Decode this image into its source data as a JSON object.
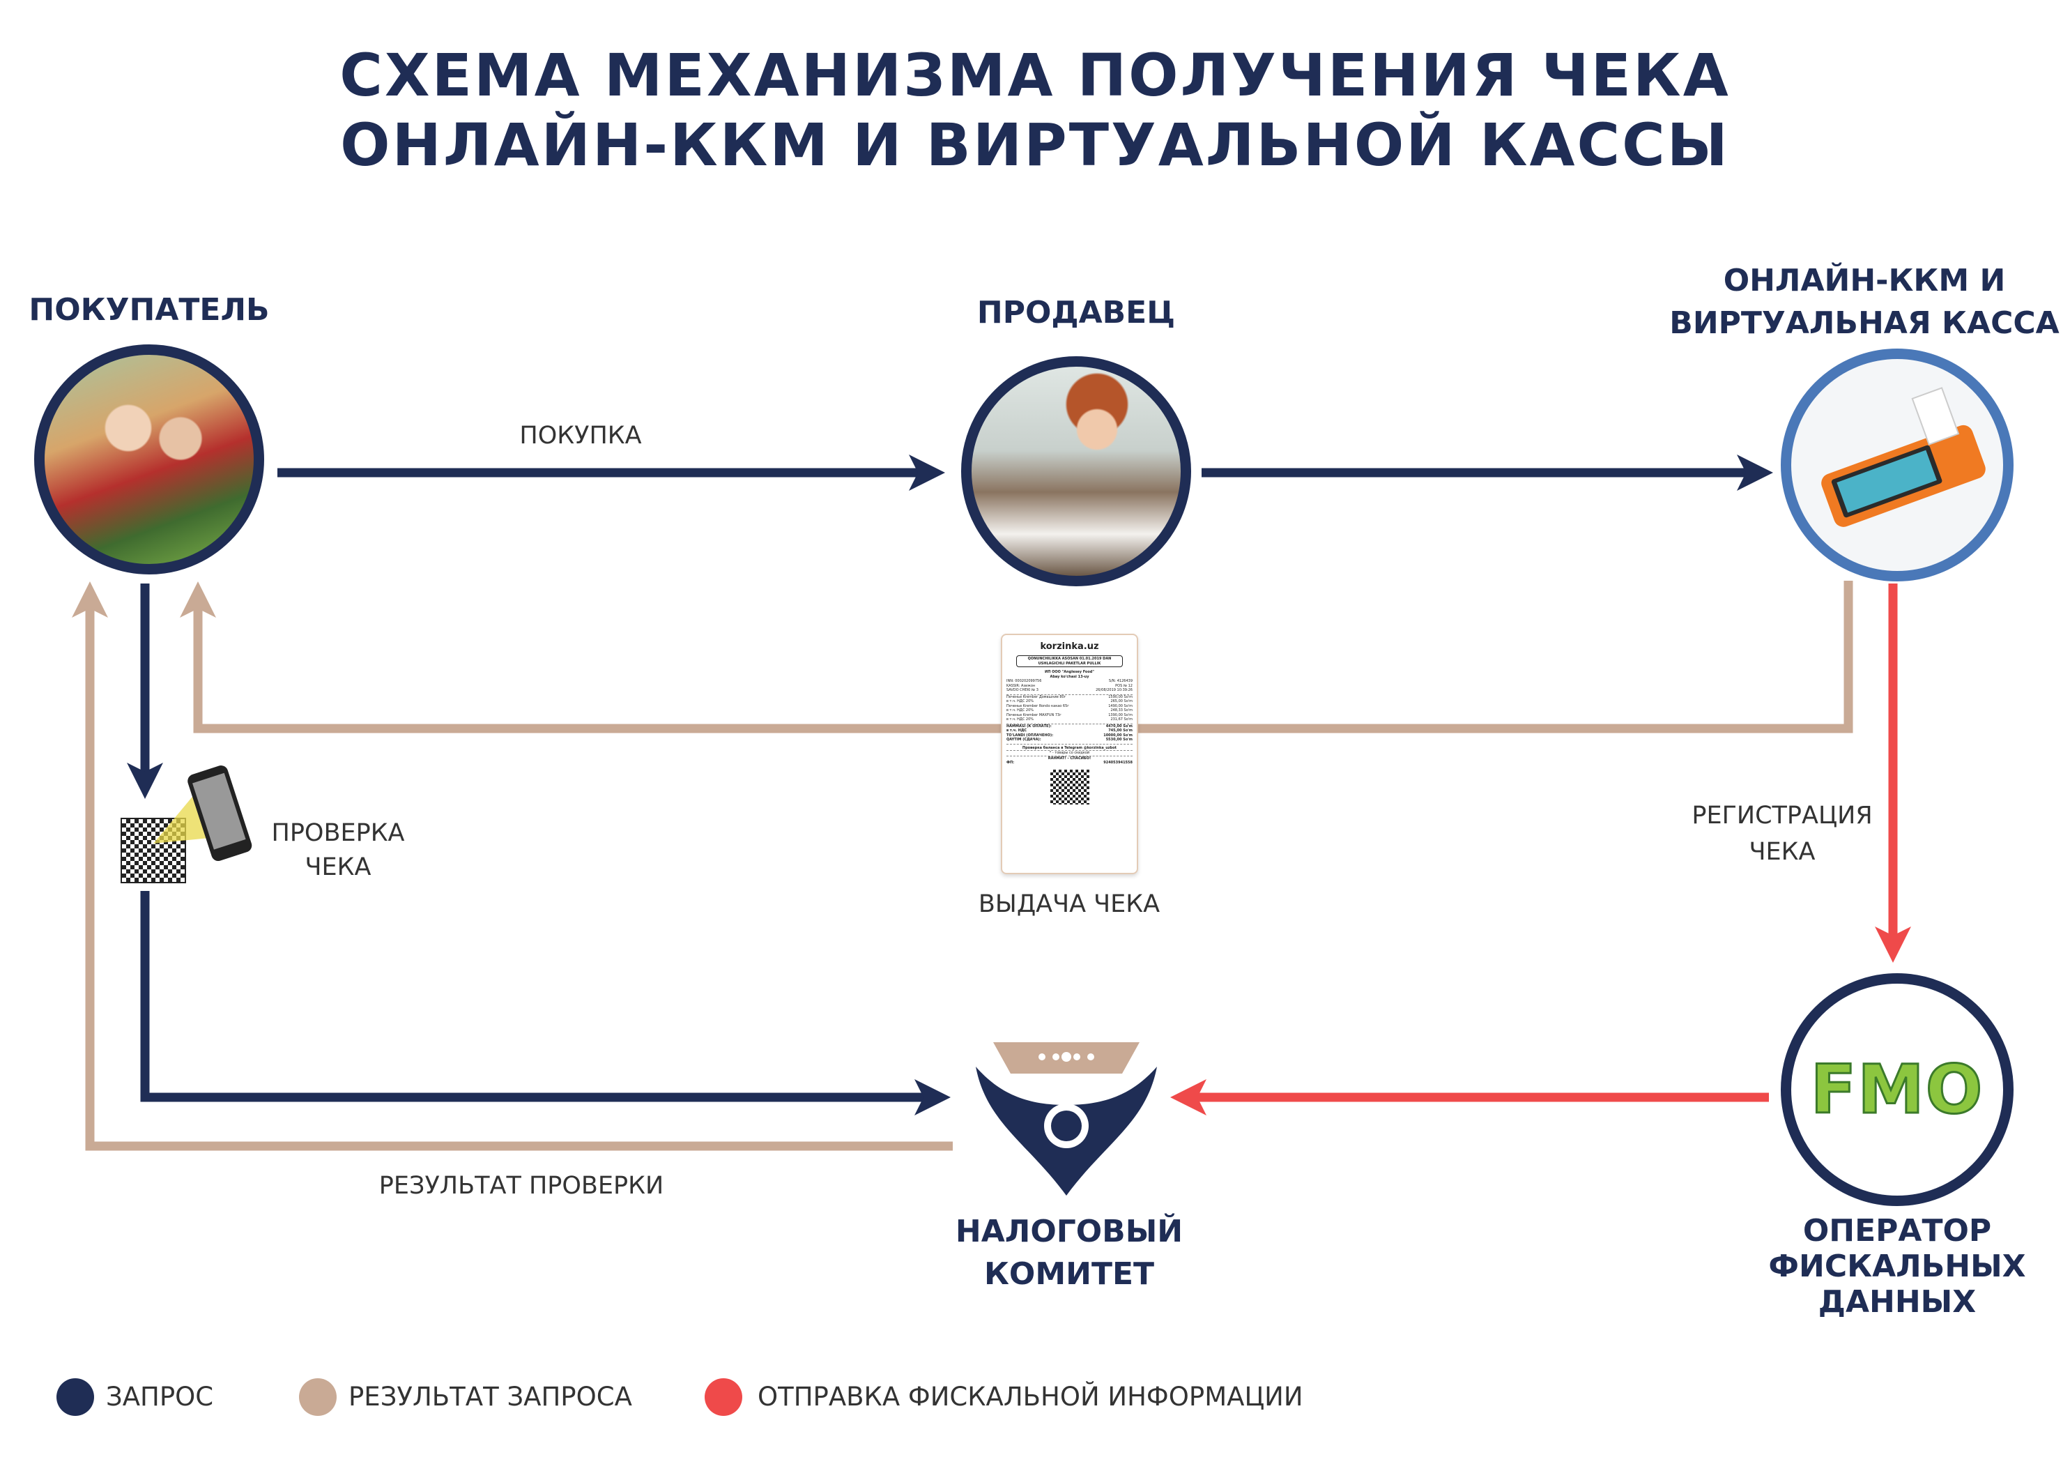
{
  "title": {
    "line1": "СХЕМА МЕХАНИЗМА ПОЛУЧЕНИЯ ЧЕКА",
    "line2": "ОНЛАЙН-ККМ И ВИРТУАЛЬНОЙ КАССЫ"
  },
  "nodes": {
    "buyer": "ПОКУПАТЕЛЬ",
    "seller": "ПРОДАВЕЦ",
    "kkm_line1": "ОНЛАЙН-ККМ И",
    "kkm_line2": "ВИРТУАЛЬНАЯ КАССА",
    "tax_line1": "НАЛОГОВЫЙ",
    "tax_line2": "КОМИТЕТ",
    "operator_line1": "ОПЕРАТОР",
    "operator_line2": "ФИСКАЛЬНЫХ",
    "operator_line3": "ДАННЫХ",
    "fmo_logo": "FMO"
  },
  "edges": {
    "purchase": "ПОКУПКА",
    "check_line1": "ПРОВЕРКА",
    "check_line2": "ЧЕКА",
    "issue_receipt": "ВЫДАЧА ЧЕКА",
    "registration_line1": "РЕГИСТРАЦИЯ",
    "registration_line2": "ЧЕКА",
    "check_result": "РЕЗУЛЬТАТ ПРОВЕРКИ"
  },
  "receipt": {
    "brand": "korzinka.uz",
    "notice": "QONUNCHILIKKA ASOSAN 01.01.2019 DAN USHLAGICHLI PAKETLAR PULLIK",
    "company": "ИП ООО \"Anglesey Food\"",
    "address": "Abay ko'chasi 13-uy",
    "rows": [
      [
        "INN: 000202099756",
        "S/N: 4126439"
      ],
      [
        "KASSIR: Азижон",
        "POS № 12"
      ],
      [
        "SAVDO CHEKI № 3",
        "26/08/2019 10:39:26"
      ],
      [
        "Печенье Krember Домашние 80г",
        "1590,00 So'm"
      ],
      [
        "в т.ч. НДС 20%",
        "265,00 So'm"
      ],
      [
        "Печенье Krember Rondo какао 65г",
        "1490,00 So'm"
      ],
      [
        "в т.ч. НДС 20%",
        "248,33 So'm"
      ],
      [
        "Печенье Krember MAXFUN 73г",
        "1390,00 So'm"
      ],
      [
        "в т.ч. НДС 20%",
        "231,67 So'm"
      ],
      [
        "HAMMASI (К ОПЛАТЕ):",
        "4470,00 So'm"
      ],
      [
        "в т.ч. НДС",
        "745,00 So'm"
      ],
      [
        "TO'LANDI (ОПЛАЧЕНО):",
        "10000,00 So'm"
      ],
      [
        "QAYTIM (СДАЧА):",
        "5530,00 So'm"
      ]
    ],
    "telegram": "Проверка баланса в Telegram @korzinka_uzbot",
    "discount": "* - товары со скидкой",
    "thanks": "RAHMAT! - СПАСИБО!",
    "fp_label": "ФП:",
    "fp_value": "924053941558"
  },
  "legend": [
    {
      "label": "ЗАПРОС",
      "color": "#1f2d55"
    },
    {
      "label": "РЕЗУЛЬТАТ ЗАПРОСА",
      "color": "#c9aa95"
    },
    {
      "label": "ОТПРАВКА ФИСКАЛЬНОЙ ИНФОРМАЦИИ",
      "color": "#ef4a4a"
    }
  ],
  "colors": {
    "navy": "#1f2d55",
    "tan": "#c9aa95",
    "red": "#ef4a4a",
    "blue": "#4a78b8"
  }
}
